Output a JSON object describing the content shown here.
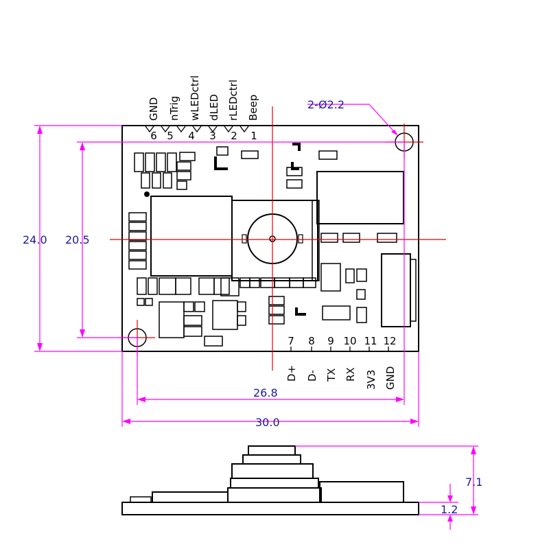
{
  "top_pins": [
    {
      "number": "6",
      "name": "GND"
    },
    {
      "number": "5",
      "name": "nTrig"
    },
    {
      "number": "4",
      "name": "wLEDctrl"
    },
    {
      "number": "3",
      "name": "dLED"
    },
    {
      "number": "2",
      "name": "rLEDctrl"
    },
    {
      "number": "1",
      "name": "Beep"
    }
  ],
  "bottom_pins": [
    {
      "number": "7",
      "name": "D+"
    },
    {
      "number": "8",
      "name": "D-"
    },
    {
      "number": "9",
      "name": "TX"
    },
    {
      "number": "10",
      "name": "RX"
    },
    {
      "number": "11",
      "name": "3V3"
    },
    {
      "number": "12",
      "name": "GND"
    }
  ],
  "dimensions": {
    "hole_callout": "2-Ø2.2",
    "board_height": "24.0",
    "hole_spacing_vertical": "20.5",
    "hole_spacing_horizontal": "26.8",
    "board_width": "30.0",
    "total_height": "7.1",
    "pcb_thickness": "1.2"
  },
  "colors": {
    "outline": "#000000",
    "dimension": "#ff00ff",
    "dimension_text": "#1a1aa0",
    "centerline": "#e00000"
  }
}
